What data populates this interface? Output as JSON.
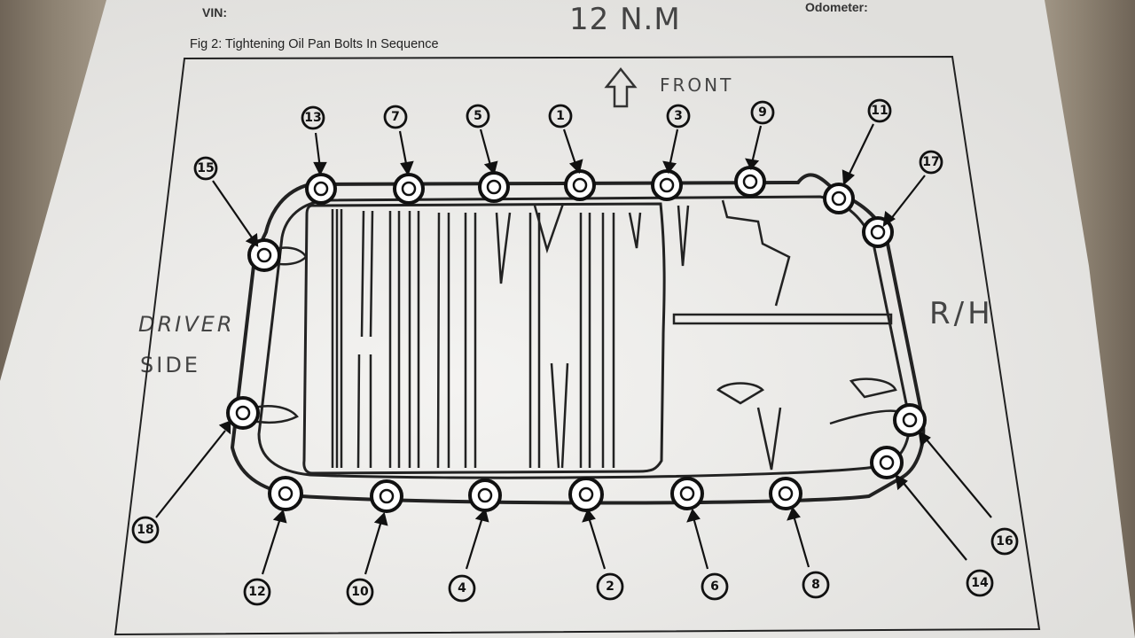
{
  "form": {
    "vin_label": "VIN:",
    "odometer_label": "Odometer:"
  },
  "handwriting": {
    "torque": "12 N.M",
    "front": "FRONT",
    "driver_line1": "DRIVER",
    "driver_line2": "SIDE",
    "rh": "R/H"
  },
  "figure": {
    "title": "Fig 2: Tightening Oil Pan Bolts In Sequence"
  },
  "bolts": [
    {
      "num": "13"
    },
    {
      "num": "7"
    },
    {
      "num": "5"
    },
    {
      "num": "1"
    },
    {
      "num": "3"
    },
    {
      "num": "9"
    },
    {
      "num": "11"
    },
    {
      "num": "17"
    },
    {
      "num": "15"
    },
    {
      "num": "18"
    },
    {
      "num": "12"
    },
    {
      "num": "10"
    },
    {
      "num": "4"
    },
    {
      "num": "2"
    },
    {
      "num": "6"
    },
    {
      "num": "8"
    },
    {
      "num": "14"
    },
    {
      "num": "16"
    }
  ]
}
